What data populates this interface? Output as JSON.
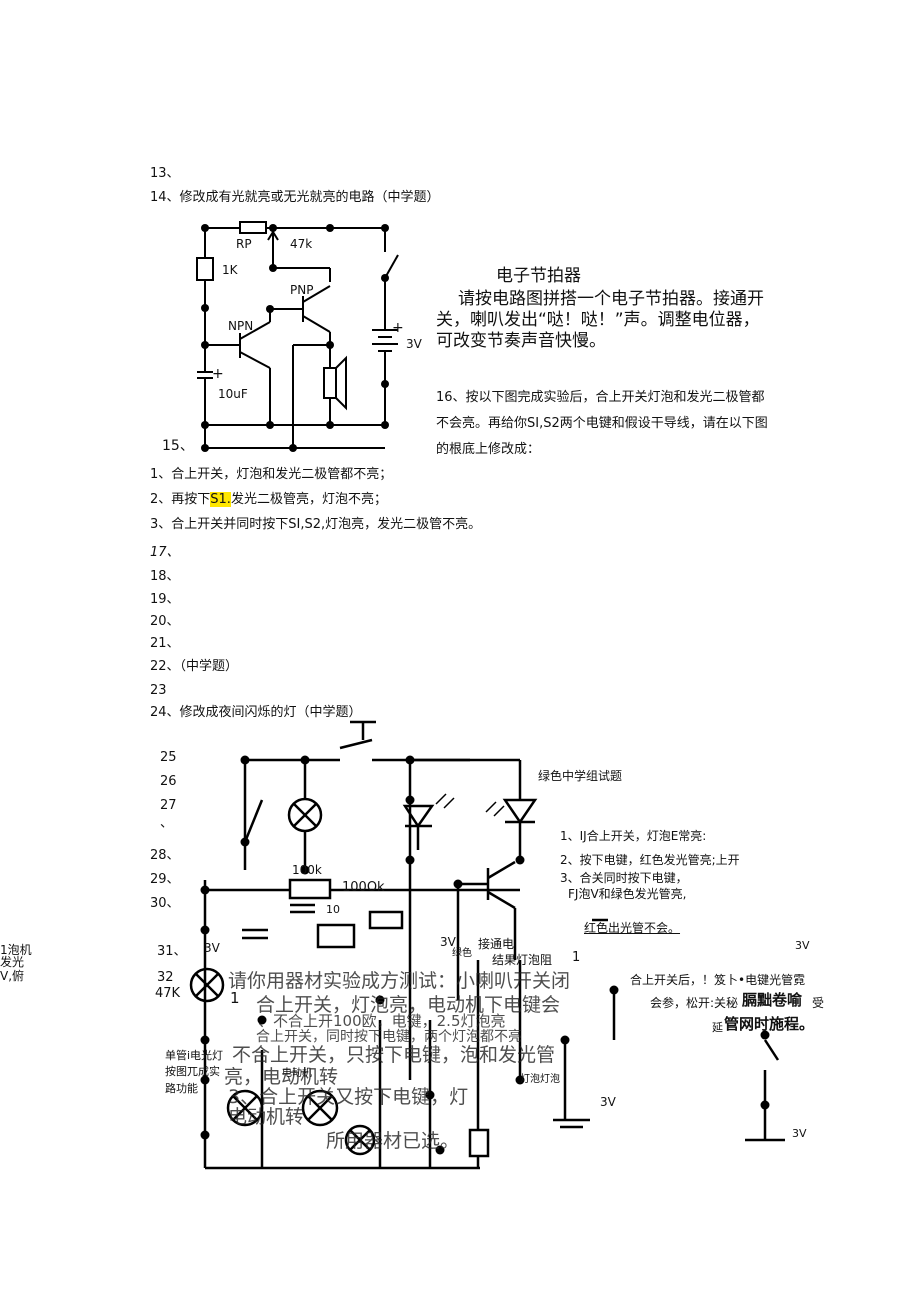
{
  "items": {
    "q13": "13、",
    "q14": "14、修改成有光就亮或无光就亮的电路（中学题）",
    "q15": "15、",
    "q16_line1": "16、按以下图完成实验后，合上开关灯泡和发光二极管都",
    "q16_line2": "不会亮。再给你SI,S2两个电键和假设干导线，请在以下图",
    "q16_line3": "的根底上修改成：",
    "q16_r1": "1、合上开关，灯泡和发光二极管都不亮；",
    "q16_r2_a": "2、再按下",
    "q16_r2_hl": "S1.",
    "q16_r2_b": "发光二极管亮，灯泡不亮；",
    "q16_r3": "3、合上开关并同时按下SI,S2,灯泡亮，发光二极管不亮。",
    "q17": "17、",
    "q18": "18、",
    "q19": "19、",
    "q20": "20、",
    "q21": "21、",
    "q22": "22、（中学题）",
    "q23": "23",
    "q24": "24、修改成夜间闪烁的灯（中学题）",
    "q25": "25",
    "q26": "26",
    "q27": "27",
    "q27b": "、",
    "q28": "28、",
    "q29": "29、",
    "q30": "30、",
    "q31": "31、",
    "q32": "32"
  },
  "metronome": {
    "title": "电子节拍器",
    "line1": "请按电路图拼搭一个电子节拍器。接通开",
    "line2": "关，喇叭发出“哒！哒！”声。调整电位器，",
    "line3": "可改变节奏声音快慢。"
  },
  "circuit1_labels": {
    "rp": "RP",
    "r47k": "47k",
    "r1k": "1K",
    "pnp": "PNP",
    "npn": "NPN",
    "cap": "10uF",
    "plus1": "+",
    "plus2": "+",
    "batt": "3V"
  },
  "lower_texts": {
    "green_title": "绿色中学组试题",
    "g1": "1、IJ合上开关，灯泡E常亮:",
    "g2": "2、按下电键，红色发光管亮;上开",
    "g3": "3、合关同时按下电键，",
    "g3b": "FJ泡V和绿色发光管亮,",
    "g4": "红色出光管不会。",
    "r100k": "100k",
    "r1000k": "100Ok",
    "c1": "10",
    "v3a": "3V",
    "v3b": "3V",
    "v3c": "3V",
    "v3d": "3V",
    "v3e": "3V",
    "k47": "47K",
    "jieguo": "结果灯泡阻",
    "left_side": "单管i电光灯",
    "left_side2": "按图兀成实",
    "left_side3": "路功能",
    "far_left": "1泡机发光",
    "far_left2": "V,俯",
    "right_a": "合上开关后，！笈卜•电键光管霓",
    "right_b": "会参，松开:关秘",
    "right_big1": "膈黜卷喻",
    "right_small": "受",
    "right_c": "延",
    "right_big2": "管网时施程。",
    "garble1": "请你用器材实验成方测试：小喇叭开关闭",
    "garble2": "合上开关，灯泡亮，电动机下电键会",
    "garble3": "、不合上开100欧，电键，2.5灯泡亮",
    "garble4": "合上开关，同时按下电键，两个灯泡都不亮",
    "garble5": "不合上开关，只按下电键，泡和发光管",
    "garble6": "亮，电动机转",
    "garble7": "3、合上开关又按下电键，灯",
    "garble8": "电动机转",
    "garble9": "所用器材已选。",
    "garble_small": "接通电",
    "garble_small2": "灯泡灯泡",
    "garble_small3": "绿色",
    "garble_small4": "电动机",
    "n1": "1",
    "n2": "1"
  }
}
